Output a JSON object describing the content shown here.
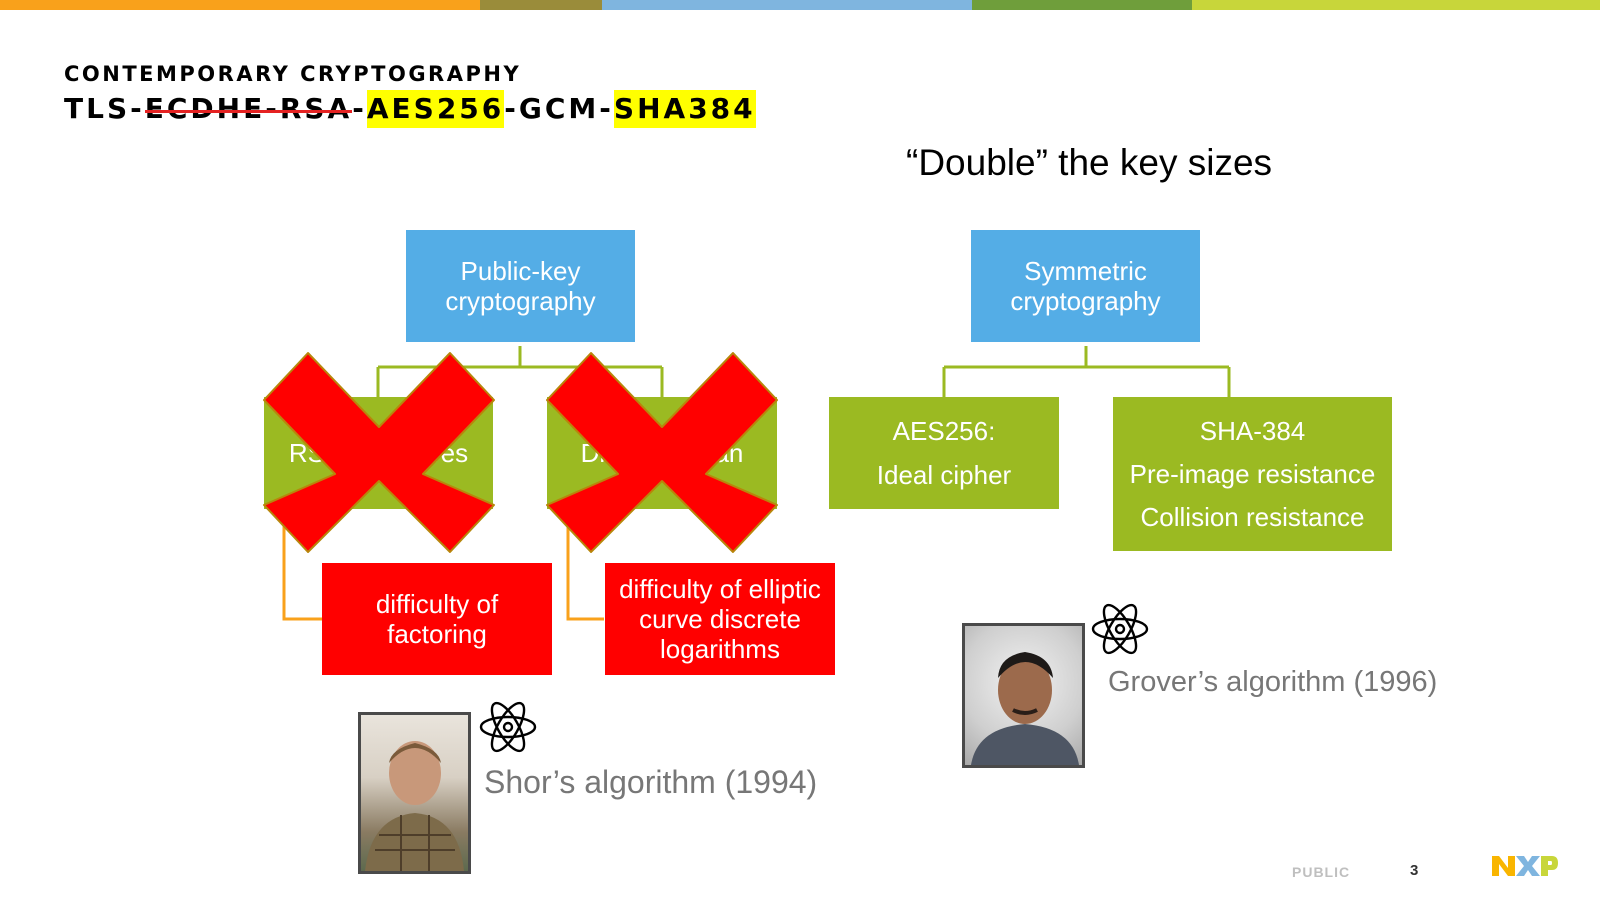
{
  "colors": {
    "top_bar": [
      "#f9a11b",
      "#9a8c3a",
      "#7fb5df",
      "#6f9e3b",
      "#c8d63a"
    ],
    "blue": "#54ade6",
    "green": "#9bba22",
    "red": "#ff0000",
    "highlight": "#ffff00"
  },
  "header": {
    "title": "CONTEMPORARY CRYPTOGRAPHY",
    "suite": {
      "p1": "TLS-",
      "struck": "ECDHE-RSA",
      "p2": "-",
      "hl1": "AES256",
      "p3": "-GCM-",
      "hl2": "SHA384"
    }
  },
  "subtitle": "“Double” the key sizes",
  "diagram": {
    "public_key": "Public-key cryptography",
    "rsa": "RSA signatures",
    "dh": "Diffie-Hellman",
    "factoring": "difficulty of factoring",
    "ecdl": "difficulty of elliptic curve discrete logarithms",
    "symmetric": "Symmetric cryptography",
    "aes": {
      "line1": "AES256:",
      "line2": "Ideal cipher"
    },
    "sha": {
      "line1": "SHA-384",
      "line2": "Pre-image resistance",
      "line3": "Collision resistance"
    }
  },
  "captions": {
    "shor": "Shor’s algorithm (1994)",
    "grover": "Grover’s algorithm (1996)"
  },
  "icons": [
    "atom-icon",
    "cross-icon"
  ],
  "footer": {
    "classification": "PUBLIC",
    "page": "3"
  }
}
